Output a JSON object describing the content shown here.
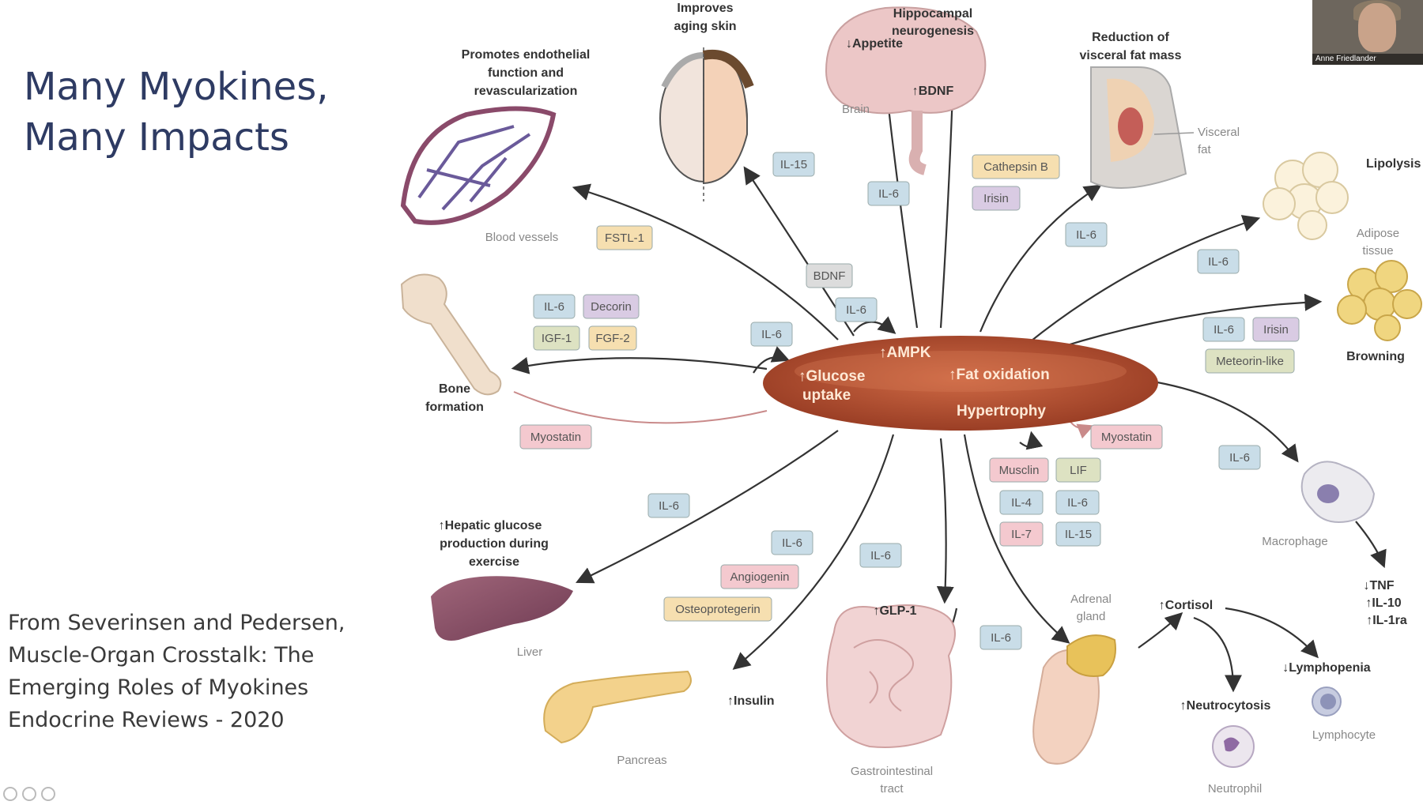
{
  "slide": {
    "title_line1": "Many Myokines,",
    "title_line2": "Many Impacts",
    "citation": [
      "From Severinsen and Pedersen,",
      "Muscle-Organ Crosstalk: The",
      "Emerging Roles of Myokines",
      "Endocrine Reviews -  2020"
    ]
  },
  "video": {
    "name": "Anne Friedlander"
  },
  "colors": {
    "title": "#2e3b63",
    "tag_blue": "#c9dde8",
    "tag_purple": "#d9cbe3",
    "tag_orange": "#f6dfb0",
    "tag_pink": "#f4c9cf",
    "tag_green": "#dde2c2",
    "tag_grey": "#dcdcdc",
    "muscle": "#b8563a"
  },
  "diagram": {
    "muscle": {
      "ampk": "↑AMPK",
      "glucose1": "↑Glucose",
      "glucose2": "uptake",
      "fat_ox": "↑Fat oxidation",
      "hypertrophy": "Hypertrophy"
    },
    "targets": {
      "vessels": {
        "l1": "Promotes endothelial",
        "l2": "function and",
        "l3": "revascularization",
        "sub": "Blood vessels"
      },
      "skin": {
        "l1": "Improves",
        "l2": "aging skin"
      },
      "brain": {
        "appetite": "↓Appetite",
        "neuro1": "Hippocampal",
        "neuro2": "neurogenesis",
        "bdnf": "↑BDNF",
        "sub": "Brain"
      },
      "visceral": {
        "l1": "Reduction of",
        "l2": "visceral fat mass",
        "sub1": "Visceral",
        "sub2": "fat"
      },
      "adipose": {
        "lipolysis": "Lipolysis",
        "sub1": "Adipose",
        "sub2": "tissue",
        "browning": "Browning"
      },
      "bone": {
        "l1": "Bone",
        "l2": "formation"
      },
      "macrophage": {
        "sub": "Macrophage",
        "out1": "↓TNF",
        "out2": "↑IL-10",
        "out3": "↑IL-1ra"
      },
      "liver": {
        "l1": "↑Hepatic glucose",
        "l2": "production during",
        "l3": "exercise",
        "sub": "Liver"
      },
      "pancreas": {
        "insulin": "↑Insulin",
        "sub": "Pancreas"
      },
      "gut": {
        "glp1": "↑GLP-1",
        "sub1": "Gastrointestinal",
        "sub2": "tract"
      },
      "adrenal": {
        "sub1": "Adrenal",
        "sub2": "gland",
        "cortisol": "↑Cortisol",
        "lymphopenia": "↓Lymphopenia",
        "lymphocyte": "Lymphocyte",
        "neutrocytosis": "↑Neutrocytosis",
        "neutrophil": "Neutrophil"
      }
    },
    "tags": {
      "il15_skin": "IL-15",
      "fstl1": "FSTL-1",
      "il6_brain": "IL-6",
      "cathepsin": "Cathepsin B",
      "irisin_brain": "Irisin",
      "il6_visceral": "IL-6",
      "bdnf_tag": "BDNF",
      "il6_bone": "IL-6",
      "decorin_bone": "Decorin",
      "igf1": "IGF-1",
      "fgf2": "FGF-2",
      "il6_auto1": "IL-6",
      "il6_auto2": "IL-6",
      "il6_adipose": "IL-6",
      "il6_brown": "IL-6",
      "irisin_brown": "Irisin",
      "meteorin": "Meteorin-like",
      "myostatin_bone": "Myostatin",
      "myostatin_right": "Myostatin",
      "musclin": "Musclin",
      "lif": "LIF",
      "il4": "IL-4",
      "il6_auto3": "IL-6",
      "il7": "IL-7",
      "il15_auto": "IL-15",
      "il6_macro": "IL-6",
      "il6_liver": "IL-6",
      "il6_pancreas": "IL-6",
      "angiogenin": "Angiogenin",
      "osteoprotegerin": "Osteoprotegerin",
      "il6_gut": "IL-6",
      "il6_adrenal": "IL-6"
    }
  }
}
